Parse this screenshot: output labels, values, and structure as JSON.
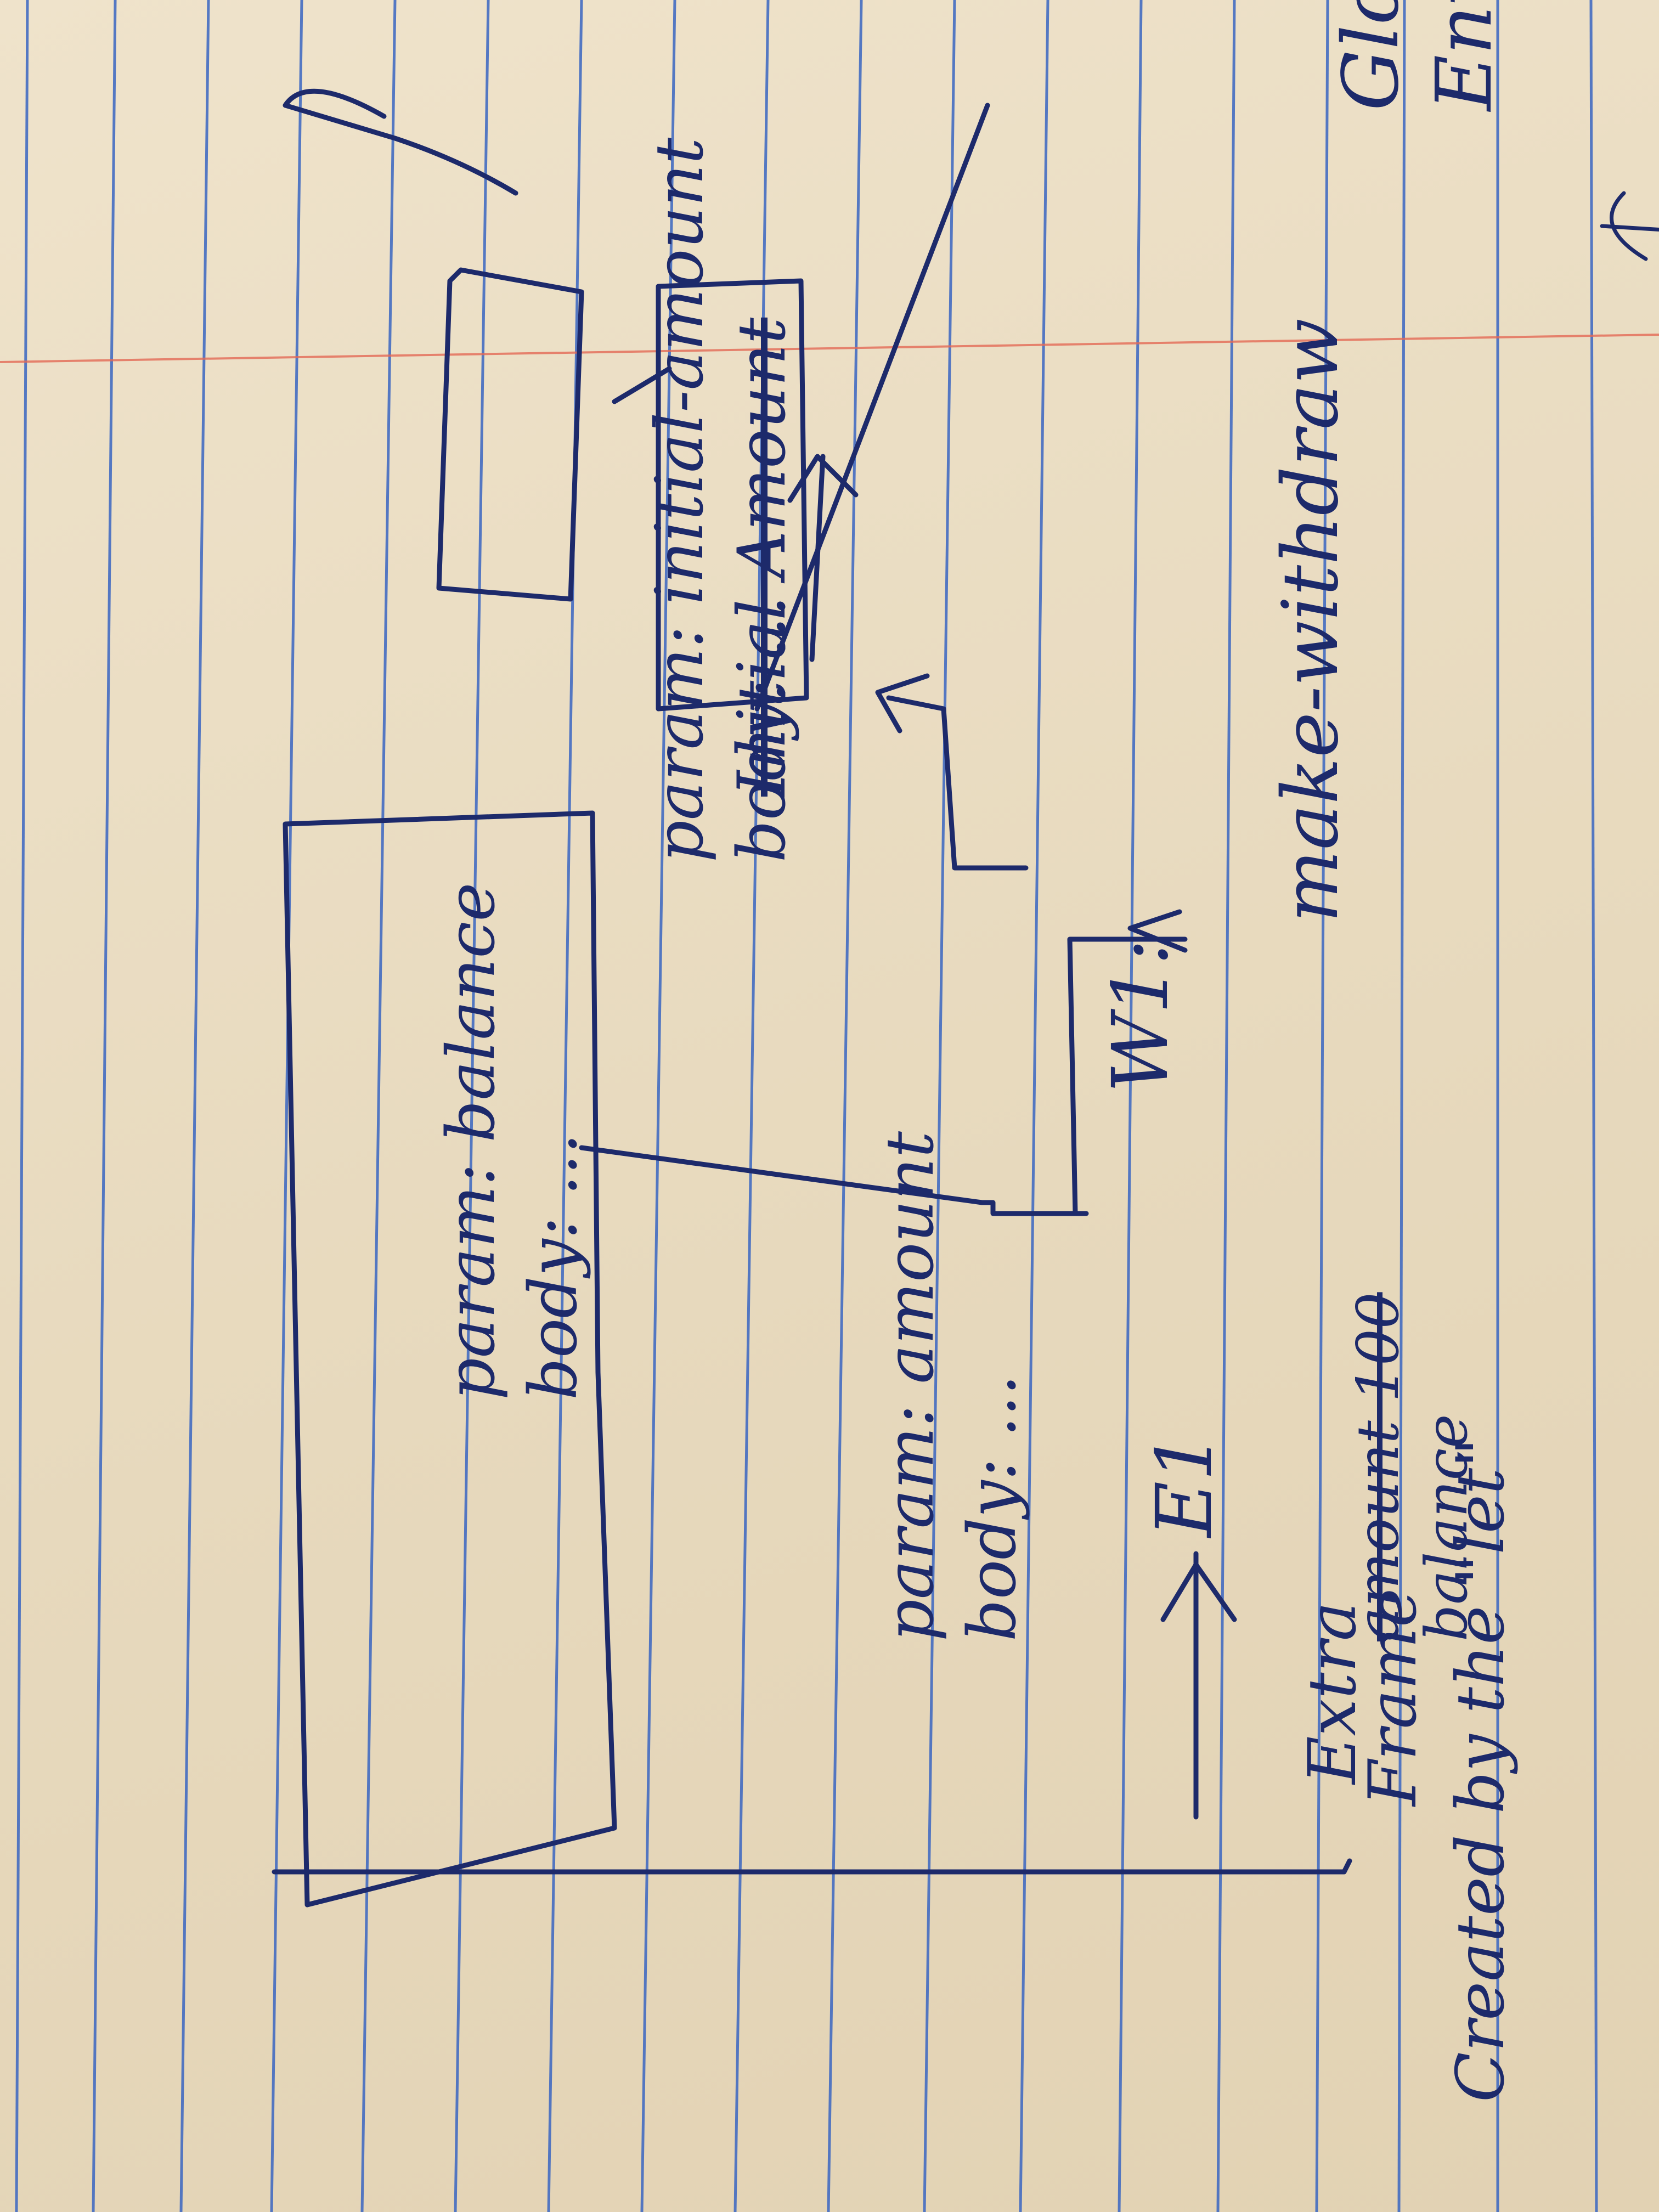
{
  "notes": {
    "global_env_line1": "Global",
    "global_env_line2": "Env",
    "frame_binding": "make-withdraw",
    "w1_binding": "W1:",
    "crossed_binding": "Initial Amount",
    "proc1_line1": "param: initial-amount",
    "proc1_line2": "body: ...",
    "proc2_line1": "param: balance",
    "proc2_line2": "body: ...",
    "e1_label": "E1",
    "e1_binding_crossed": "amount 100",
    "e1_binding": "balance",
    "proc3_line1": "param: amount",
    "proc3_line2": "body: ...",
    "extra_frame_line1": "Extra",
    "extra_frame_line2": "Frame",
    "extra_frame_line3": "Created by the \"let\""
  },
  "colors": {
    "ink": "#1d2a6b",
    "rule_lines": "#3a66c2",
    "margin_line": "#e46a56",
    "paper": "#e9dcc3"
  }
}
